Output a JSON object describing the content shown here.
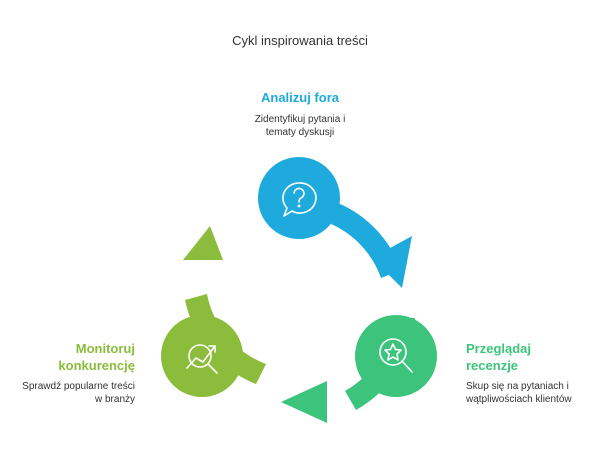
{
  "title": "Cykl inspirowania treści",
  "colors": {
    "blue": "#1eaadc",
    "green": "#3cc47c",
    "olive": "#8cbc3c"
  },
  "steps": [
    {
      "title": "Analizuj fora",
      "desc_lines": [
        "Zidentyfikuj pytania i",
        "tematy dyskusji"
      ],
      "icon": "question-speech-bubble-icon"
    },
    {
      "title_lines": [
        "Przeglądaj",
        "recenzje"
      ],
      "desc_lines": [
        "Skup się na pytaniach i",
        "wątpliwościach klientów"
      ],
      "icon": "star-magnifier-icon"
    },
    {
      "title_lines": [
        "Monitoruj",
        "konkurencję"
      ],
      "desc_lines": [
        "Sprawdź popularne treści",
        "w branży"
      ],
      "icon": "trend-magnifier-icon"
    }
  ]
}
